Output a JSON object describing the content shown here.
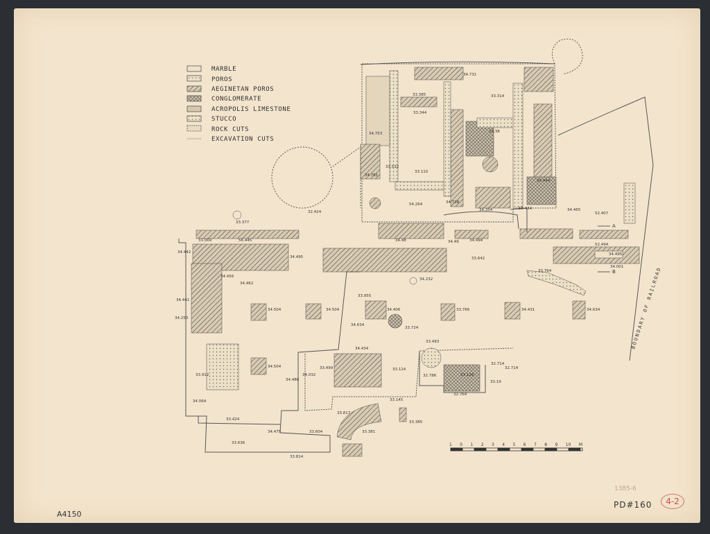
{
  "legend": [
    {
      "label": "MARBLE",
      "pattern": "marble"
    },
    {
      "label": "POROS",
      "pattern": "poros"
    },
    {
      "label": "AEGINETAN POROS",
      "pattern": "aeginetan"
    },
    {
      "label": "CONGLOMERATE",
      "pattern": "conglomerate"
    },
    {
      "label": "ACROPOLIS LIMESTONE",
      "pattern": "limestone"
    },
    {
      "label": "STUCCO",
      "pattern": "stucco"
    },
    {
      "label": "ROCK CUTS",
      "pattern": "rock"
    },
    {
      "label": "EXCAVATION CUTS",
      "pattern": "excavation"
    }
  ],
  "annotations": {
    "catalog_number": "A4150",
    "pd_number": "PD#160",
    "faint_note": "1385-6",
    "sheet_id": "4-2",
    "boundary": "BOUNDARY OF RAILROAD",
    "section_a": "A",
    "section_b": "B"
  },
  "scale": {
    "ticks": [
      "1",
      "0",
      "1",
      "2",
      "3",
      "4",
      "5",
      "6",
      "7",
      "8",
      "9",
      "10"
    ],
    "unit": "M"
  },
  "colors": {
    "paper": "#f3e5cd",
    "ink": "#3a3a3a",
    "background": "#2b2f33",
    "stamp": "#d04848"
  },
  "elevations": [
    "34.731",
    "33.314",
    "33.385",
    "33.344",
    "34.753",
    "33.38",
    "33.532",
    "33.110",
    "34.761",
    "34.444",
    "54.264",
    "34.738",
    "34.354",
    "34.494",
    "34.49",
    "55.434",
    "34.465",
    "52.407",
    "52.494",
    "34.495",
    "34.001",
    "33.764",
    "34.442",
    "56.445",
    "33.069",
    "34.495",
    "34.456",
    "34.462",
    "34.441",
    "34.504",
    "34.504",
    "34.253",
    "33.955",
    "34.406",
    "34.634",
    "33.724",
    "33.766",
    "34.431",
    "34.634",
    "34.232",
    "33.642",
    "33.493",
    "34.434",
    "33.499",
    "33.124",
    "32.714",
    "32.714",
    "32.786",
    "33.128",
    "33.19",
    "32.764",
    "33.912",
    "34.504",
    "34.486",
    "34.032",
    "34.064",
    "33.424",
    "33.145",
    "33.817",
    "33.381",
    "33.385",
    "34.475",
    "33.604",
    "33.636",
    "33.814",
    "33.377",
    "32.424",
    "34.48"
  ]
}
